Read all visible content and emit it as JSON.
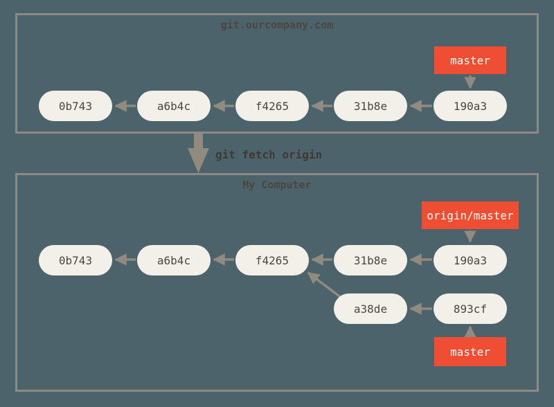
{
  "colors": {
    "bg": "#4d636c",
    "border": "#8d8a84",
    "arrow": "#918a7e",
    "node-fill": "#f2f0e9",
    "node-text": "#4b463f",
    "label-bg": "#f04e32",
    "label-text": "#ffffff",
    "title-text": "#4c463f",
    "command-text": "#3e3933"
  },
  "command": "git fetch origin",
  "remote": {
    "title": "git.ourcompany.com",
    "branch_label": "master",
    "commits": [
      "0b743",
      "a6b4c",
      "f4265",
      "31b8e",
      "190a3"
    ]
  },
  "local": {
    "title": "My Computer",
    "remote_branch_label": "origin/master",
    "branch_label": "master",
    "commits_main": [
      "0b743",
      "a6b4c",
      "f4265",
      "31b8e",
      "190a3"
    ],
    "commits_branch": [
      "a38de",
      "893cf"
    ]
  }
}
